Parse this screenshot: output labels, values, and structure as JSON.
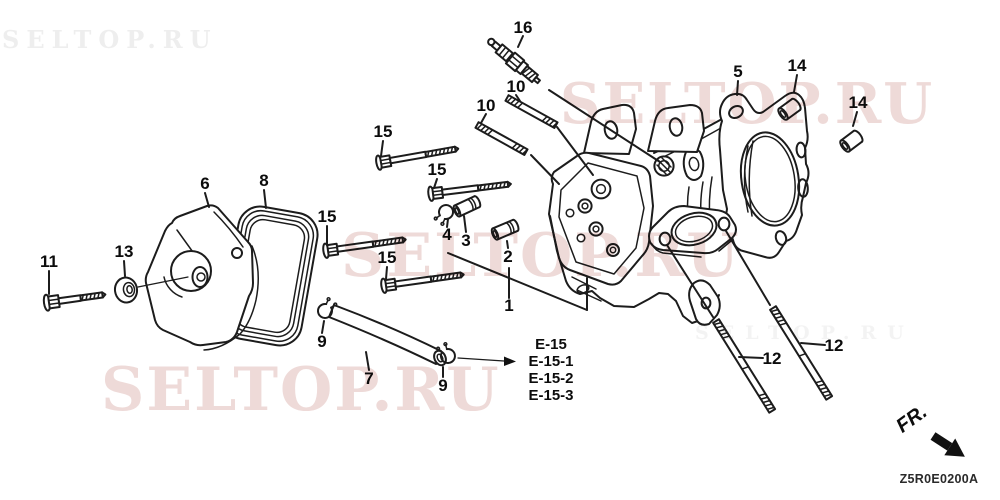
{
  "watermark": {
    "text": "SELTOP.RU",
    "color": "#eedad8"
  },
  "callouts": [
    "16",
    "10",
    "10",
    "5",
    "14",
    "14",
    "15",
    "15",
    "15",
    "15",
    "6",
    "8",
    "13",
    "11",
    "4",
    "3",
    "2",
    "1",
    "9",
    "7",
    "9",
    "12",
    "12"
  ],
  "references": [
    "E-15",
    "E-15-1",
    "E-15-2",
    "E-15-3"
  ],
  "orientation": {
    "label": "FR."
  },
  "diagram_code": "Z5R0E0200A"
}
